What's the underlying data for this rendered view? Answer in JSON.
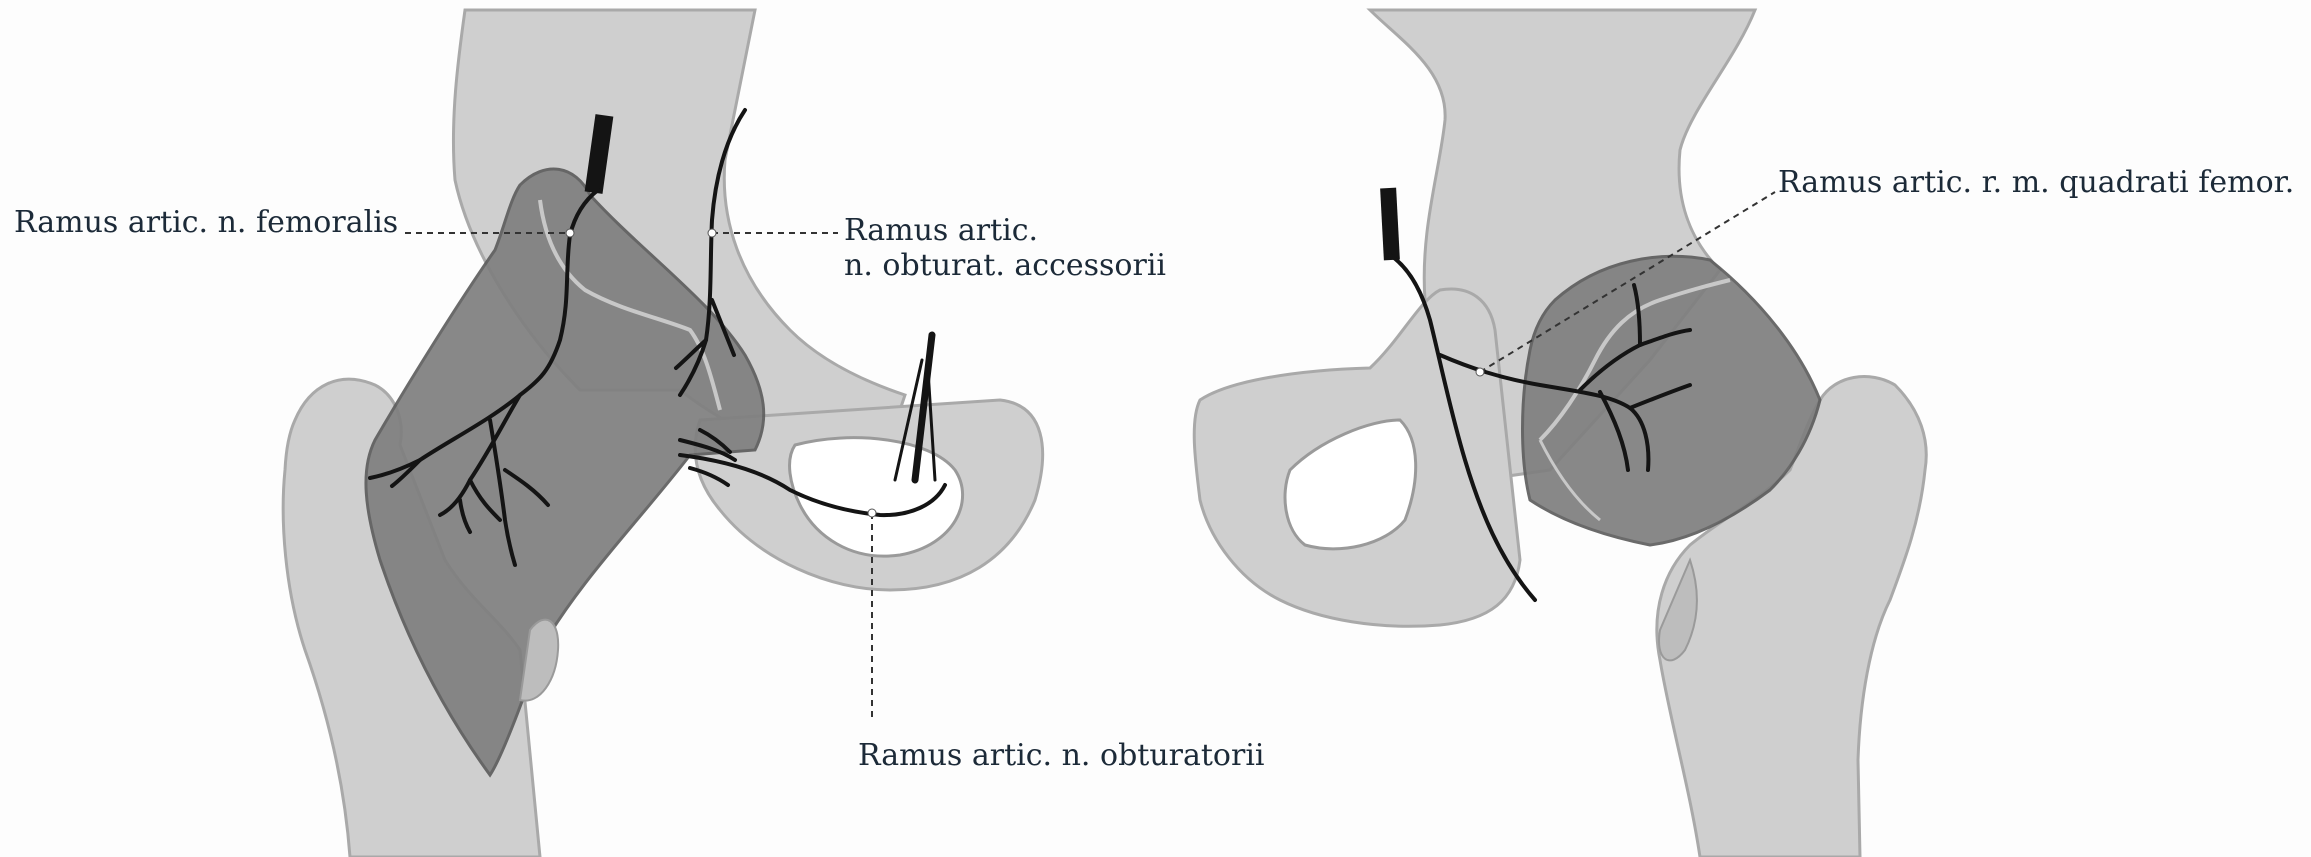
{
  "labels": {
    "femoralis": "Ramus artic. n. femoralis",
    "accessorii_line1": "Ramus artic.",
    "accessorii_line2": "n. obturat. accessorii",
    "obturatorii": "Ramus artic. n. obturatorii",
    "quadrati": "Ramus artic. r. m. quadrati femor."
  },
  "colors": {
    "bone": "#cfcfcf",
    "capsule": "#7f7f7f",
    "nerve": "#141414",
    "leader": "#333333",
    "text": "#1c2a38"
  }
}
